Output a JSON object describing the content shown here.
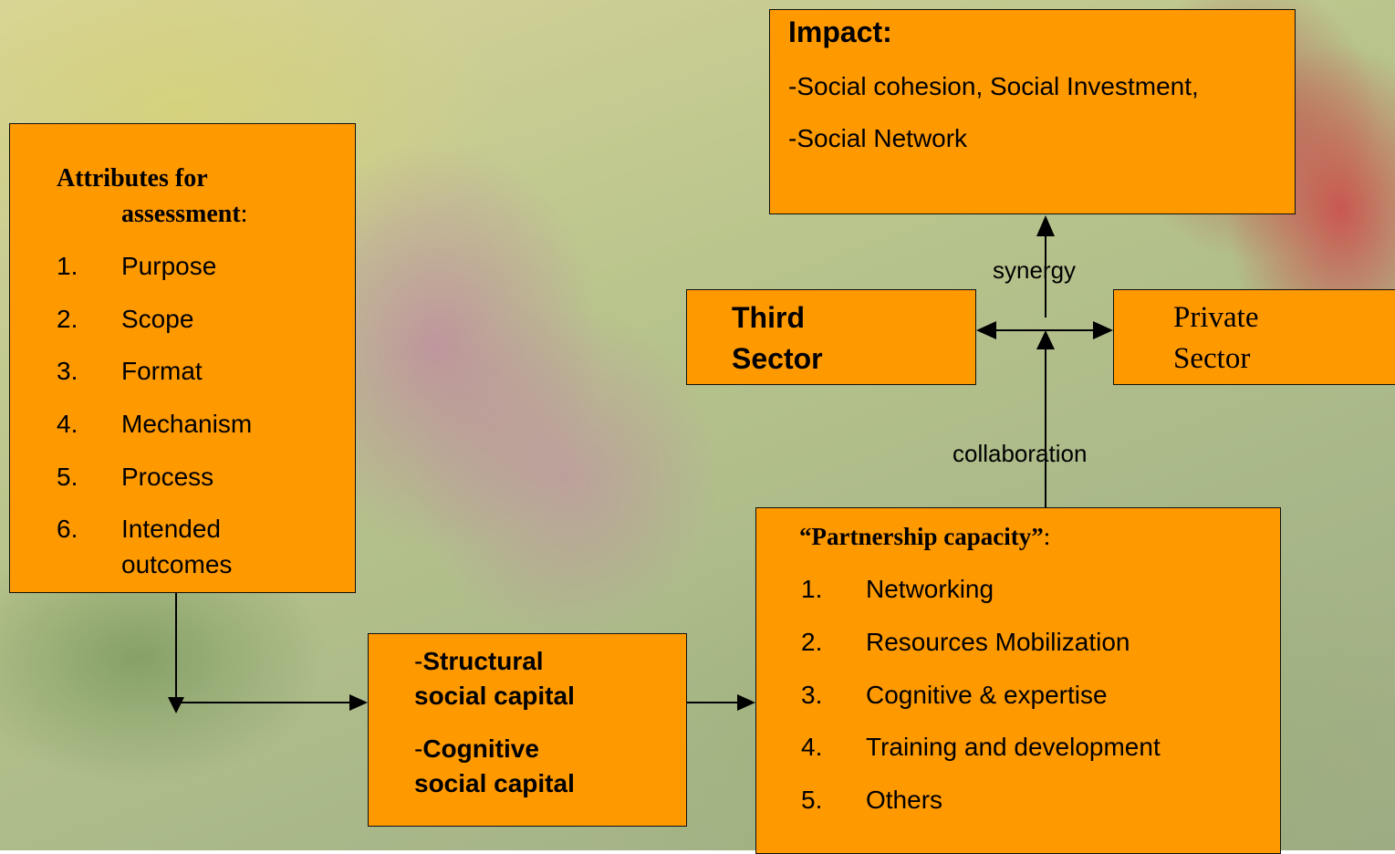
{
  "impact": {
    "title": "Impact:",
    "lines": [
      "-Social cohesion, Social Investment,",
      "-Social Network"
    ]
  },
  "attributes": {
    "title_line1": "Attributes for",
    "title_line2": "assessment",
    "title_colon": ":",
    "items": [
      {
        "num": "1.",
        "text": "Purpose"
      },
      {
        "num": "2.",
        "text": "Scope"
      },
      {
        "num": "3.",
        "text": "Format"
      },
      {
        "num": "4.",
        "text": "Mechanism"
      },
      {
        "num": "5.",
        "text": "Process"
      },
      {
        "num": "6.",
        "text": "Intended",
        "text2": "outcomes"
      }
    ]
  },
  "third_sector": {
    "line1": "Third",
    "line2": "Sector"
  },
  "private_sector": {
    "line1": "Private",
    "line2": "Sector"
  },
  "connectors": {
    "synergy": "synergy",
    "collaboration": "collaboration"
  },
  "social_capital": {
    "structural_dash": "-",
    "structural_line1": "Structural",
    "structural_line2": "social capital",
    "cognitive_dash": "-",
    "cognitive_line1": "Cognitive",
    "cognitive_line2": "social capital"
  },
  "partnership": {
    "title": "“Partnership capacity”",
    "title_colon": ":",
    "items": [
      {
        "num": "1.",
        "text": "Networking"
      },
      {
        "num": "2.",
        "text": "Resources Mobilization"
      },
      {
        "num": "3.",
        "text": "Cognitive & expertise"
      },
      {
        "num": "4.",
        "text": "Training and development"
      },
      {
        "num": "5.",
        "text": "Others"
      }
    ]
  }
}
